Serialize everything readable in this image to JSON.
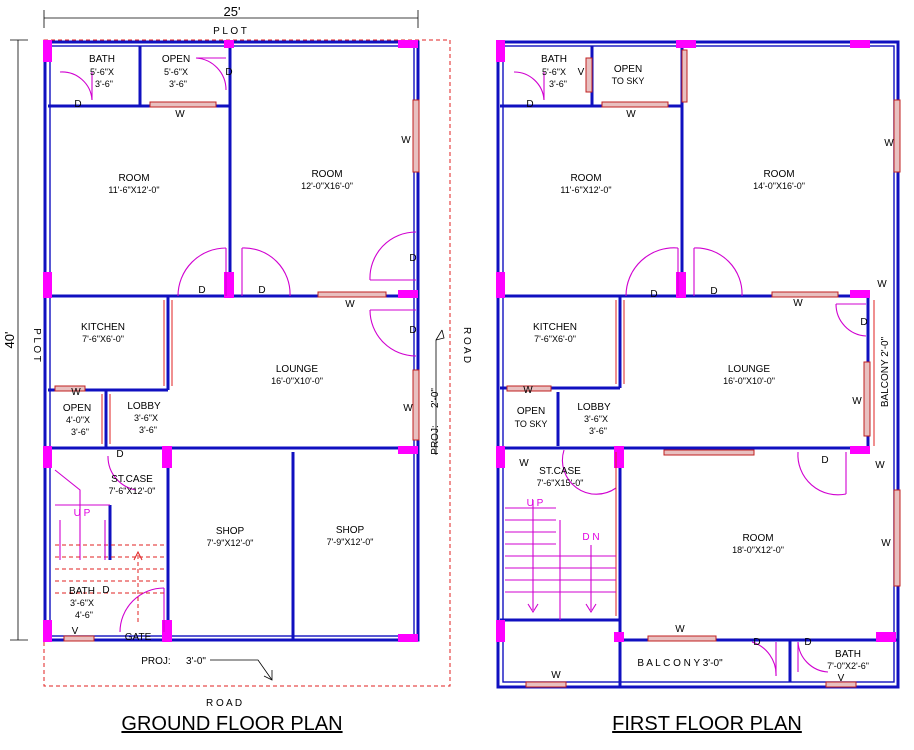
{
  "dimensions": {
    "width_top": "25'",
    "height_left": "40'"
  },
  "labels": {
    "plot": "P L O T",
    "plot_side": "P L O T",
    "road_bottom": "R O A D",
    "road_right": "R O A D",
    "proj_right": "PROJ:",
    "proj_right_val": "2'-0\"",
    "proj_bottom": "PROJ:",
    "proj_bottom_val": "3'-0\"",
    "up": "U P",
    "dn": "D N",
    "gate": "GATE",
    "door": "D",
    "window": "W",
    "vent": "V"
  },
  "ground": {
    "title": "GROUND FLOOR PLAN",
    "bath": {
      "name": "BATH",
      "l1": "5'-6\"X",
      "l2": "3'-6\""
    },
    "open": {
      "name": "OPEN",
      "l1": "5'-6\"X",
      "l2": "3'-6\""
    },
    "room1": {
      "name": "ROOM",
      "size": "11'-6\"X12'-0\""
    },
    "room2": {
      "name": "ROOM",
      "size": "12'-0\"X16'-0\""
    },
    "kitchen": {
      "name": "KITCHEN",
      "size": "7'-6\"X6'-0\""
    },
    "lounge": {
      "name": "LOUNGE",
      "size": "16'-0\"X10'-0\""
    },
    "open2": {
      "name": "OPEN",
      "l1": "4'-0\"X",
      "l2": "3'-6\""
    },
    "lobby": {
      "name": "LOBBY",
      "l1": "3'-6\"X",
      "l2": "3'-6\""
    },
    "stcase": {
      "name": "ST.CASE",
      "size": "7'-6\"X12'-0\""
    },
    "shop1": {
      "name": "SHOP",
      "size": "7'-9\"X12'-0\""
    },
    "shop2": {
      "name": "SHOP",
      "size": "7'-9\"X12'-0\""
    },
    "bath2": {
      "name": "BATH",
      "l1": "3'-6\"X",
      "l2": "4'-6\""
    }
  },
  "first": {
    "title": "FIRST FLOOR PLAN",
    "bath": {
      "name": "BATH",
      "l1": "5'-6\"X",
      "l2": "3'-6\""
    },
    "open": {
      "name": "OPEN",
      "l2": "TO  SKY"
    },
    "room1": {
      "name": "ROOM",
      "size": "11'-6\"X12'-0\""
    },
    "room2": {
      "name": "ROOM",
      "size": "14'-0\"X16'-0\""
    },
    "kitchen": {
      "name": "KITCHEN",
      "size": "7'-6\"X6'-0\""
    },
    "lounge": {
      "name": "LOUNGE",
      "size": "16'-0\"X10'-0\""
    },
    "balcony_side": "BALCONY  2'-0\"",
    "open2": {
      "name": "OPEN",
      "l2": "TO  SKY"
    },
    "lobby": {
      "name": "LOBBY",
      "l1": "3'-6\"X",
      "l2": "3'-6\""
    },
    "stcase": {
      "name": "ST.CASE",
      "size": "7'-6\"X15'-0\""
    },
    "room3": {
      "name": "ROOM",
      "size": "18'-0\"X12'-0\""
    },
    "balcony_bottom": "B A L C O N Y  3'-0\"",
    "bath2": {
      "name": "BATH",
      "size": "7'-0\"X2'-6\""
    }
  }
}
